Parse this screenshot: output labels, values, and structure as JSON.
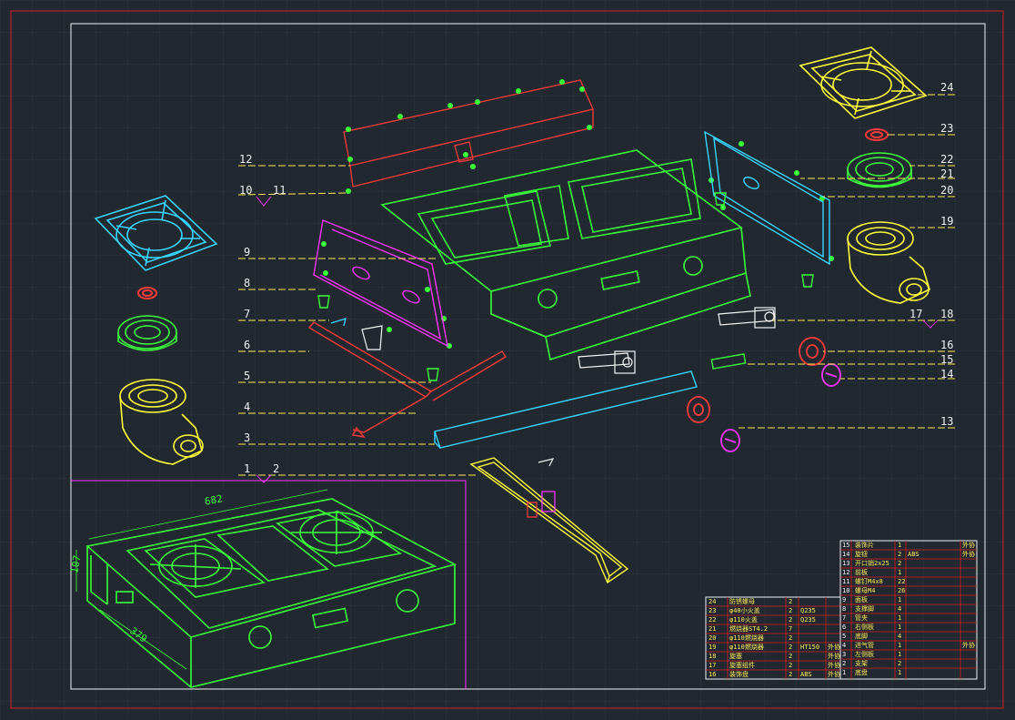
{
  "colors": {
    "background": "#212830",
    "grid": "#2b3440",
    "frame_outer": "#d11f1f",
    "frame_inner": "#f2f2f2",
    "leader": "#ffe95a",
    "green": "#3cff3c",
    "red": "#ff3b3b",
    "magenta": "#ff34ff",
    "cyan": "#39d5ff",
    "yellow": "#ffff3a",
    "white": "#f5f5f5"
  },
  "callouts": [
    {
      "text": "1"
    },
    {
      "text": "2"
    },
    {
      "text": "3"
    },
    {
      "text": "4"
    },
    {
      "text": "5"
    },
    {
      "text": "6"
    },
    {
      "text": "7"
    },
    {
      "text": "8"
    },
    {
      "text": "9"
    },
    {
      "text": "10"
    },
    {
      "text": "11"
    },
    {
      "text": "12"
    },
    {
      "text": "13"
    },
    {
      "text": "14"
    },
    {
      "text": "15"
    },
    {
      "text": "16"
    },
    {
      "text": "17"
    },
    {
      "text": "18"
    },
    {
      "text": "19"
    },
    {
      "text": "20"
    },
    {
      "text": "21"
    },
    {
      "text": "22"
    },
    {
      "text": "23"
    },
    {
      "text": "24"
    }
  ],
  "dimensions": {
    "width": "682",
    "depth": "379",
    "height": "107"
  },
  "bom_left": [
    {
      "no": "24",
      "name": "防锈螺母",
      "qty": "2",
      "material": "",
      "note": ""
    },
    {
      "no": "23",
      "name": "φ40小火盖",
      "qty": "2",
      "material": "Q235",
      "note": ""
    },
    {
      "no": "22",
      "name": "φ110火盖",
      "qty": "2",
      "material": "Q235",
      "note": ""
    },
    {
      "no": "21",
      "name": "燃烧器ST4.2",
      "qty": "7",
      "material": "",
      "note": ""
    },
    {
      "no": "20",
      "name": "φ110燃烧器",
      "qty": "2",
      "material": "",
      "note": ""
    },
    {
      "no": "19",
      "name": "φ110燃烧器",
      "qty": "2",
      "material": "HT150",
      "note": "外协"
    },
    {
      "no": "18",
      "name": "旋塞",
      "qty": "2",
      "material": "",
      "note": "外协"
    },
    {
      "no": "17",
      "name": "旋塞组件",
      "qty": "2",
      "material": "",
      "note": "外协"
    },
    {
      "no": "16",
      "name": "装饰盘",
      "qty": "2",
      "material": "ABS",
      "note": "外协"
    }
  ],
  "bom_right": [
    {
      "no": "15",
      "name": "装饰片",
      "qty": "1",
      "material": "",
      "note": "外协"
    },
    {
      "no": "14",
      "name": "旋钮",
      "qty": "2",
      "material": "ABS",
      "note": "外协"
    },
    {
      "no": "13",
      "name": "开口销2x25",
      "qty": "2",
      "material": "",
      "note": ""
    },
    {
      "no": "12",
      "name": "前板",
      "qty": "1",
      "material": "",
      "note": ""
    },
    {
      "no": "11",
      "name": "螺钉M4x8",
      "qty": "22",
      "material": "",
      "note": ""
    },
    {
      "no": "10",
      "name": "螺母M4",
      "qty": "26",
      "material": "",
      "note": ""
    },
    {
      "no": "9",
      "name": "面板",
      "qty": "1",
      "material": "",
      "note": ""
    },
    {
      "no": "8",
      "name": "支撑脚",
      "qty": "4",
      "material": "",
      "note": ""
    },
    {
      "no": "7",
      "name": "管夹",
      "qty": "1",
      "material": "",
      "note": ""
    },
    {
      "no": "6",
      "name": "右侧板",
      "qty": "1",
      "material": "",
      "note": ""
    },
    {
      "no": "5",
      "name": "底脚",
      "qty": "4",
      "material": "",
      "note": ""
    },
    {
      "no": "4",
      "name": "进气管",
      "qty": "1",
      "material": "",
      "note": "外协"
    },
    {
      "no": "3",
      "name": "左侧板",
      "qty": "1",
      "material": "",
      "note": ""
    },
    {
      "no": "2",
      "name": "支架",
      "qty": "2",
      "material": "",
      "note": ""
    },
    {
      "no": "1",
      "name": "底盘",
      "qty": "1",
      "material": "",
      "note": ""
    }
  ]
}
